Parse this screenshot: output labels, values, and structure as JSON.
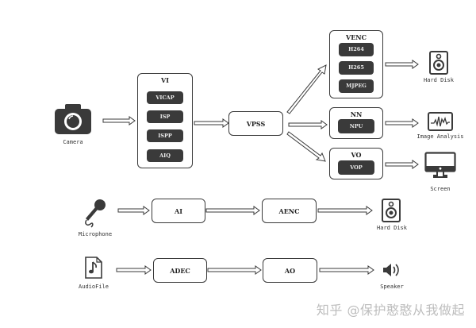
{
  "video_pipeline": {
    "source": {
      "label": "Camera",
      "icon": "camera-icon"
    },
    "vi": {
      "title": "VI",
      "items": [
        "VICAP",
        "ISP",
        "ISPP",
        "AIQ"
      ]
    },
    "vpss": {
      "title": "VPSS"
    },
    "venc": {
      "title": "VENC",
      "items": [
        "H264",
        "H265",
        "MJPEG"
      ]
    },
    "nn": {
      "title": "NN",
      "items": [
        "NPU"
      ]
    },
    "vo": {
      "title": "VO",
      "items": [
        "VOP"
      ]
    },
    "outputs": {
      "venc": {
        "label": "Hard Disk",
        "icon": "hard-disk-speaker-icon"
      },
      "nn": {
        "label": "Image Analysis",
        "icon": "image-analysis-icon"
      },
      "vo": {
        "label": "Screen",
        "icon": "monitor-icon"
      }
    }
  },
  "audio_in_pipeline": {
    "source": {
      "label": "Microphone",
      "icon": "microphone-icon"
    },
    "stages": [
      "AI",
      "AENC"
    ],
    "output": {
      "label": "Hard Disk",
      "icon": "hard-disk-speaker-icon"
    }
  },
  "audio_out_pipeline": {
    "source": {
      "label": "AudioFile",
      "icon": "audio-file-icon"
    },
    "stages": [
      "ADEC",
      "AO"
    ],
    "output": {
      "label": "Speaker",
      "icon": "speaker-icon"
    }
  },
  "watermark": "知乎 @保护憨憨从我做起",
  "colors": {
    "stroke": "#3a3a3a",
    "block_fill": "#3a3a3a",
    "block_text": "#eeeeee",
    "watermark": "#bdbdbd"
  }
}
